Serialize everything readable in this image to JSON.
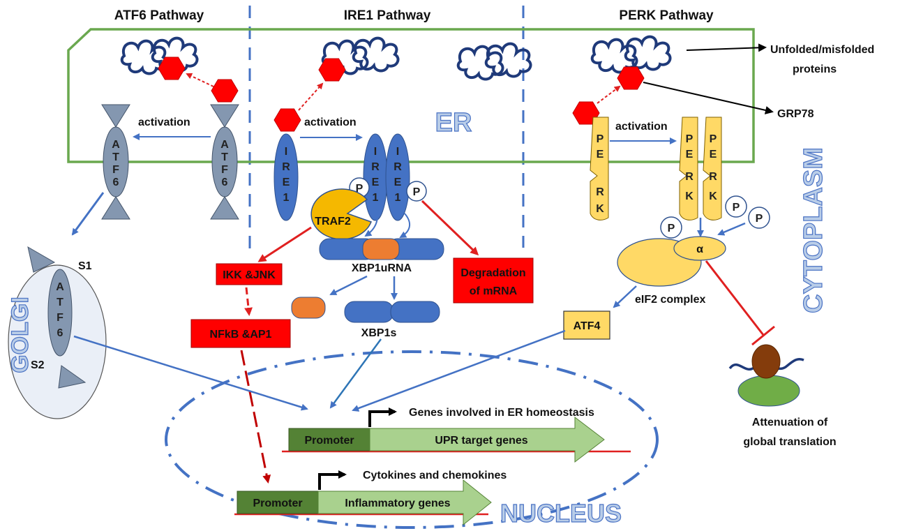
{
  "pathways": {
    "atf6": "ATF6 Pathway",
    "ire1": "IRE1 Pathway",
    "perk": "PERK Pathway"
  },
  "compartments": {
    "er": "ER",
    "cytoplasm": "CYTOPLASM",
    "golgi": "GOLGI",
    "nucleus": "NUCLEUS"
  },
  "labels": {
    "unfolded_line1": "Unfolded/misfolded",
    "unfolded_line2": "proteins",
    "grp78": "GRP78",
    "activation": "activation",
    "atf6_letters": [
      "A",
      "T",
      "F",
      "6"
    ],
    "ire_letters": [
      "I",
      "R",
      "E",
      "1"
    ],
    "perk_letters": [
      "P",
      "E",
      "R",
      "K"
    ],
    "p": "P",
    "traf2": "TRAF2",
    "s1": "S1",
    "s2": "S2",
    "xbp1u": "XBP1uRNA",
    "xbp1s": "XBP1s",
    "ikk_jnk": "IKK &JNK",
    "nfkb_ap1": "NFkB &AP1",
    "degradation_line1": "Degradation",
    "degradation_line2": "of mRNA",
    "alpha": "α",
    "eif2": "eIF2 complex",
    "atf4": "ATF4",
    "attenuation_line1": "Attenuation of",
    "attenuation_line2": "global translation",
    "genes_er": "Genes involved in ER homeostasis",
    "promoter": "Promoter",
    "upr_target": "UPR target genes",
    "cytokines": "Cytokines and chemokines",
    "inflammatory": "Inflammatory genes"
  },
  "colors": {
    "er_border": "#6aa84f",
    "atf6_fill": "#8497b0",
    "ire1_fill": "#4472c4",
    "perk_fill": "#ffd966",
    "traf2_fill": "#f5b800",
    "red_box": "#ff0000",
    "promoter_fill": "#548235",
    "gene_fill": "#a9d18e",
    "arrow_blue": "#4472c4",
    "arrow_red": "#e02020",
    "hexagon": "#ff0000",
    "protein": "#1f3a7a"
  }
}
